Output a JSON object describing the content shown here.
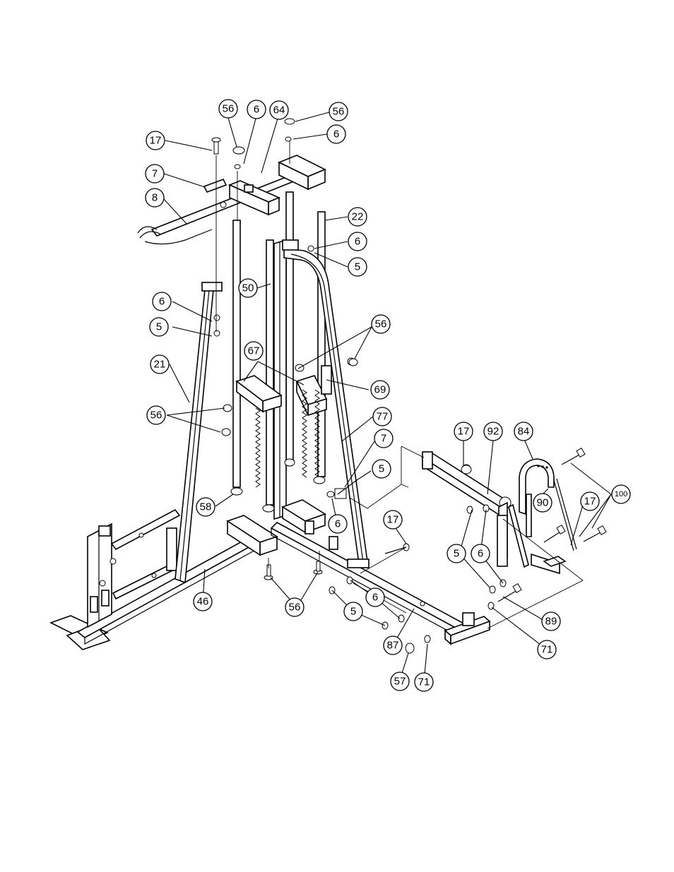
{
  "callouts": [
    {
      "id": "c-56a",
      "label": "56"
    },
    {
      "id": "c-6a",
      "label": "6"
    },
    {
      "id": "c-64",
      "label": "64"
    },
    {
      "id": "c-56b",
      "label": "56"
    },
    {
      "id": "c-6b",
      "label": "6"
    },
    {
      "id": "c-17a",
      "label": "17"
    },
    {
      "id": "c-7a",
      "label": "7"
    },
    {
      "id": "c-8",
      "label": "8"
    },
    {
      "id": "c-22",
      "label": "22"
    },
    {
      "id": "c-6c",
      "label": "6"
    },
    {
      "id": "c-5a",
      "label": "5"
    },
    {
      "id": "c-50",
      "label": "50"
    },
    {
      "id": "c-6d",
      "label": "6"
    },
    {
      "id": "c-5b",
      "label": "5"
    },
    {
      "id": "c-56c",
      "label": "56"
    },
    {
      "id": "c-21",
      "label": "21"
    },
    {
      "id": "c-67",
      "label": "67"
    },
    {
      "id": "c-69",
      "label": "69"
    },
    {
      "id": "c-56d",
      "label": "56"
    },
    {
      "id": "c-77",
      "label": "77"
    },
    {
      "id": "c-17b",
      "label": "17"
    },
    {
      "id": "c-92",
      "label": "92"
    },
    {
      "id": "c-84",
      "label": "84"
    },
    {
      "id": "c-7b",
      "label": "7"
    },
    {
      "id": "c-5c",
      "label": "5"
    },
    {
      "id": "c-100",
      "label": "100"
    },
    {
      "id": "c-58",
      "label": "58"
    },
    {
      "id": "c-6e",
      "label": "6"
    },
    {
      "id": "c-17c",
      "label": "17"
    },
    {
      "id": "c-90",
      "label": "90"
    },
    {
      "id": "c-17d",
      "label": "17"
    },
    {
      "id": "c-5d",
      "label": "5"
    },
    {
      "id": "c-6f",
      "label": "6"
    },
    {
      "id": "c-46",
      "label": "46"
    },
    {
      "id": "c-56e",
      "label": "56"
    },
    {
      "id": "c-6g",
      "label": "6"
    },
    {
      "id": "c-5e",
      "label": "5"
    },
    {
      "id": "c-89",
      "label": "89"
    },
    {
      "id": "c-87",
      "label": "87"
    },
    {
      "id": "c-71a",
      "label": "71"
    },
    {
      "id": "c-57",
      "label": "57"
    },
    {
      "id": "c-71b",
      "label": "71"
    }
  ]
}
